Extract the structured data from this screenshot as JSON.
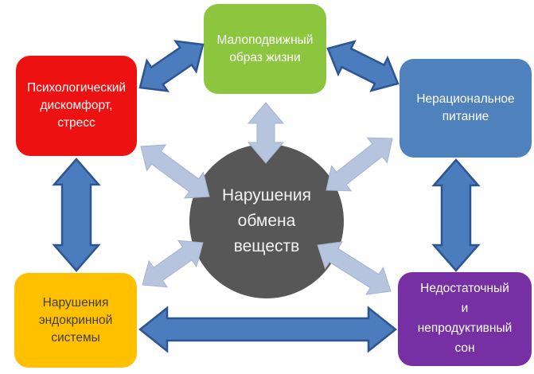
{
  "diagram": {
    "center": {
      "id": "metabolic-disorders",
      "label": "Нарушения\nобмена\nвеществ",
      "bg": "#575757",
      "text_color": "#F2F2F2"
    },
    "nodes": [
      {
        "id": "sedentary-lifestyle",
        "label": "Малоподвижный\nобраз жизни",
        "bg": "#8CC63E",
        "text_color": "#FFFFFF"
      },
      {
        "id": "psychological-discomfort",
        "label": "Психологический\nдискомфорт,\nстресс",
        "bg": "#EE1111",
        "text_color": "#FFFFFF"
      },
      {
        "id": "irrational-nutrition",
        "label": "Нерациональное\nпитание",
        "bg": "#4F81BD",
        "text_color": "#FFFFFF"
      },
      {
        "id": "endocrine-disorders",
        "label": "Нарушения\nэндокринной\nсистемы",
        "bg": "#FFC000",
        "text_color": "#3F3F3F"
      },
      {
        "id": "insufficient-sleep",
        "label": "Недостаточный\nи\nнепродуктивный\nсон",
        "bg": "#7630A3",
        "text_color": "#FFFFFF"
      }
    ],
    "connections": [
      {
        "id": "psychological-sedentary",
        "from": "psychological-discomfort",
        "to": "sedentary-lifestyle",
        "style": "external",
        "double_headed": true
      },
      {
        "id": "sedentary-nutrition",
        "from": "sedentary-lifestyle",
        "to": "irrational-nutrition",
        "style": "external",
        "double_headed": true
      },
      {
        "id": "psychological-endocrine",
        "from": "psychological-discomfort",
        "to": "endocrine-disorders",
        "style": "external",
        "double_headed": true
      },
      {
        "id": "nutrition-sleep",
        "from": "irrational-nutrition",
        "to": "insufficient-sleep",
        "style": "external",
        "double_headed": true
      },
      {
        "id": "endocrine-sleep",
        "from": "endocrine-disorders",
        "to": "insufficient-sleep",
        "style": "external",
        "double_headed": true
      },
      {
        "id": "center-sedentary",
        "from": "metabolic-disorders",
        "to": "sedentary-lifestyle",
        "style": "radial",
        "double_headed": true
      },
      {
        "id": "center-psychological",
        "from": "metabolic-disorders",
        "to": "psychological-discomfort",
        "style": "radial",
        "double_headed": true
      },
      {
        "id": "center-nutrition",
        "from": "metabolic-disorders",
        "to": "irrational-nutrition",
        "style": "radial",
        "double_headed": true
      },
      {
        "id": "center-endocrine",
        "from": "metabolic-disorders",
        "to": "endocrine-disorders",
        "style": "radial",
        "double_headed": true
      },
      {
        "id": "center-sleep",
        "from": "metabolic-disorders",
        "to": "insufficient-sleep",
        "style": "radial",
        "double_headed": true
      }
    ],
    "colors": {
      "background": "#FFFFFF",
      "external_arrow_fill": "#4A7CBE",
      "external_arrow_stroke": "#2D5592",
      "radial_arrow_fill": "#B6C4DE",
      "radial_arrow_stroke": "#A2B2D2"
    }
  }
}
